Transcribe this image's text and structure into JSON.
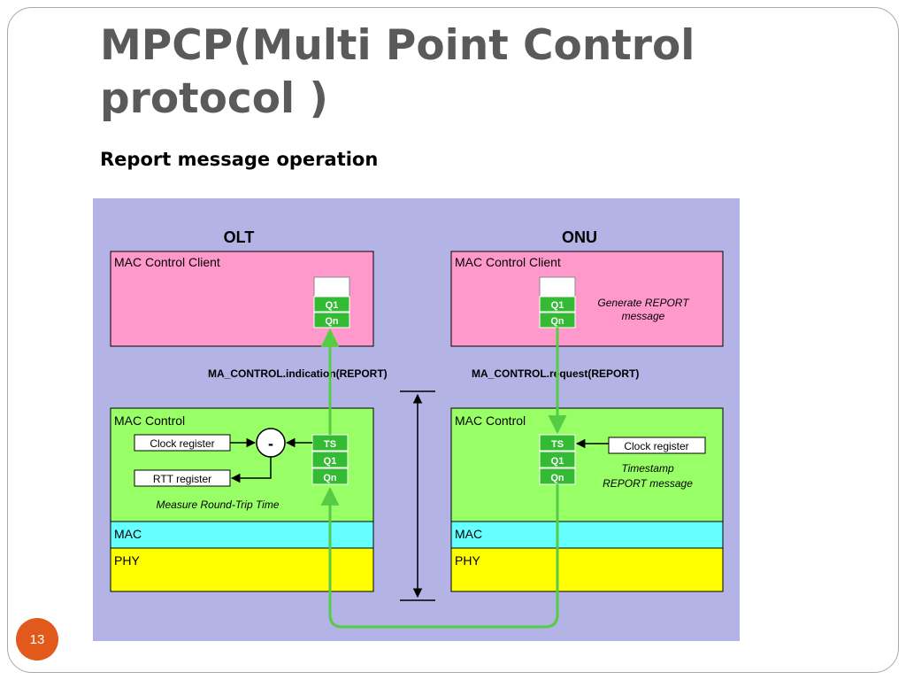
{
  "slide": {
    "title_line1": "MPCP(Multi Point Control",
    "title_line2": "protocol )",
    "subtitle": "Report message operation",
    "page_number": "13"
  },
  "diagram": {
    "olt": {
      "heading": "OLT",
      "client_label": "MAC Control Client",
      "control_label": "MAC Control",
      "mac_label": "MAC",
      "phy_label": "PHY",
      "queue_q1": "Q1",
      "queue_qn": "Qn",
      "ts_label": "TS",
      "ctrl_q1": "Q1",
      "ctrl_qn": "Qn",
      "clock_register": "Clock register",
      "rtt_register": "RTT register",
      "minus": "-",
      "measure_note": "Measure Round-Trip Time",
      "primitive": "MA_CONTROL.indication(REPORT)"
    },
    "onu": {
      "heading": "ONU",
      "client_label": "MAC Control Client",
      "control_label": "MAC Control",
      "mac_label": "MAC",
      "phy_label": "PHY",
      "queue_q1": "Q1",
      "queue_qn": "Qn",
      "ts_label": "TS",
      "ctrl_q1": "Q1",
      "ctrl_qn": "Qn",
      "clock_register": "Clock register",
      "generate_note_1": "Generate REPORT",
      "generate_note_2": "message",
      "timestamp_note_1": "Timestamp",
      "timestamp_note_2": "REPORT message",
      "primitive": "MA_CONTROL.request(REPORT)"
    },
    "colors": {
      "background": "#b3b3e6",
      "client": "#ff99cc",
      "control": "#99ff66",
      "mac": "#66ffff",
      "phy": "#ffff00",
      "queue": "#33bb33",
      "path": "#55cc44"
    }
  }
}
